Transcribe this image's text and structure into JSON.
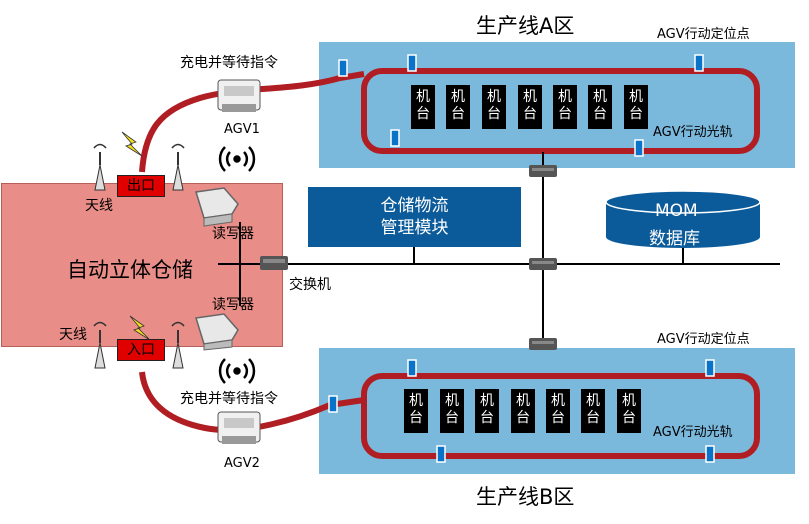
{
  "zone_a": {
    "title": "生产线A区",
    "position_label": "AGV行动定位点",
    "track_label": "AGV行动光轨",
    "machines": [
      [
        "机",
        "台"
      ],
      [
        "机",
        "台"
      ],
      [
        "机",
        "台"
      ],
      [
        "机",
        "台"
      ],
      [
        "机",
        "台"
      ],
      [
        "机",
        "台"
      ],
      [
        "机",
        "台"
      ]
    ]
  },
  "zone_b": {
    "title": "生产线B区",
    "position_label": "AGV行动定位点",
    "track_label": "AGV行动光轨",
    "machines": [
      [
        "机",
        "台"
      ],
      [
        "机",
        "台"
      ],
      [
        "机",
        "台"
      ],
      [
        "机",
        "台"
      ],
      [
        "机",
        "台"
      ],
      [
        "机",
        "台"
      ],
      [
        "机",
        "台"
      ]
    ]
  },
  "warehouse": {
    "title": "自动立体仓储",
    "exit_label": "出口",
    "entrance_label": "入口",
    "antenna_top": "天线",
    "antenna_bottom": "天线",
    "reader_top": "读写器",
    "reader_bottom": "读写器"
  },
  "agv1": {
    "label": "AGV1",
    "status": "充电并等待指令"
  },
  "agv2": {
    "label": "AGV2",
    "status": "充电并等待指令"
  },
  "switch_label": "交换机",
  "logistics_module": {
    "line1": "仓储物流",
    "line2": "管理模块"
  },
  "mom_db": {
    "line1": "MOM",
    "line2": "数据库"
  },
  "colors": {
    "zone": "#7ab8dc",
    "track": "#b01e23",
    "module": "#0b5a9a",
    "warehouse": "#e88d87",
    "badge": "#e00000"
  }
}
